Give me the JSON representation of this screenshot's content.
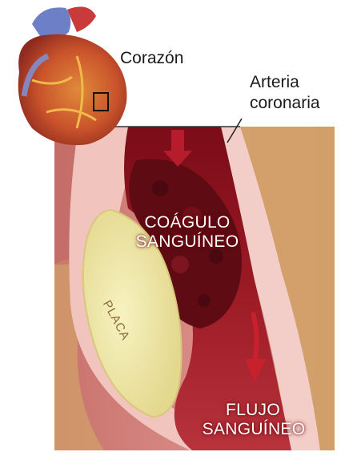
{
  "labels": {
    "heart": "Corazón",
    "artery_line1": "Arteria",
    "artery_line2": "coronaria",
    "clot_line1": "COÁGULO",
    "clot_line2": "SANGUÍNEO",
    "plaque": "PLACA",
    "flow_line1": "FLUJO",
    "flow_line2": "SANGUÍNEO"
  },
  "colors": {
    "tissue": "#cf7e78",
    "fat": "#d7b06e",
    "artery_wall": "#f0c2bd",
    "blood": "#8f1420",
    "clot": "#6a0d16",
    "plaque": "#efe7a4",
    "heart": "#c44a2a"
  }
}
